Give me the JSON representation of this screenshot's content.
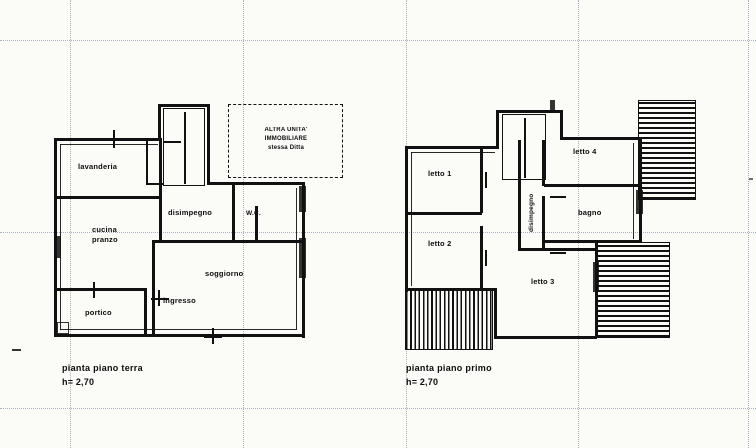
{
  "document": {
    "kind": "planimetria-catastale",
    "sheet_background": "#fbfbf8",
    "ink_color": "#111111",
    "grid_color": "#c9cfd6"
  },
  "ground_floor": {
    "caption": "pianta piano terra",
    "height_note": "h= 2,70",
    "rooms": [
      {
        "id": "lavanderia",
        "label": "lavanderia"
      },
      {
        "id": "cucina-pranzo",
        "label": "cucina\npranzo",
        "line1": "cucina",
        "line2": "pranzo"
      },
      {
        "id": "disimpegno",
        "label": "disimpegno"
      },
      {
        "id": "wc",
        "label": "W.C."
      },
      {
        "id": "soggiorno",
        "label": "soggiorno"
      },
      {
        "id": "ingresso",
        "label": "ingresso"
      },
      {
        "id": "portico",
        "label": "portico"
      }
    ],
    "annotation": {
      "line1": "ALTRA UNITA'",
      "line2": "IMMOBILIARE",
      "line3": "stessa Ditta"
    }
  },
  "first_floor": {
    "caption": "pianta piano primo",
    "height_note": "h= 2,70",
    "rooms": [
      {
        "id": "letto-1",
        "label": "letto 1"
      },
      {
        "id": "letto-2",
        "label": "letto 2"
      },
      {
        "id": "letto-3",
        "label": "letto 3"
      },
      {
        "id": "letto-4",
        "label": "letto 4"
      },
      {
        "id": "bagno",
        "label": "bagno"
      },
      {
        "id": "disimpegno",
        "label": "disimpegno"
      }
    ]
  }
}
